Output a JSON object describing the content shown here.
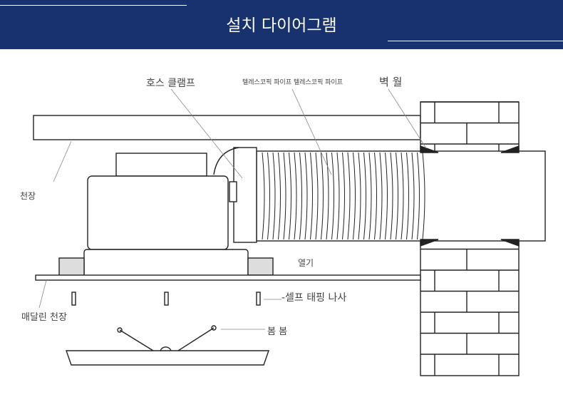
{
  "header": {
    "title": "설치 다이어그램",
    "color": "#17326e"
  },
  "labels": {
    "hose_clamp": "호스 클램프",
    "telescopic_pipe": "텔레스코픽 파이프 텔레스코픽 파이프",
    "wall": "벽 월",
    "ceiling": "천장",
    "heat": "열기",
    "screw": "-셀프 태핑 나사",
    "suspended_ceiling": "매달린 천장",
    "spring": "봄 봄"
  }
}
